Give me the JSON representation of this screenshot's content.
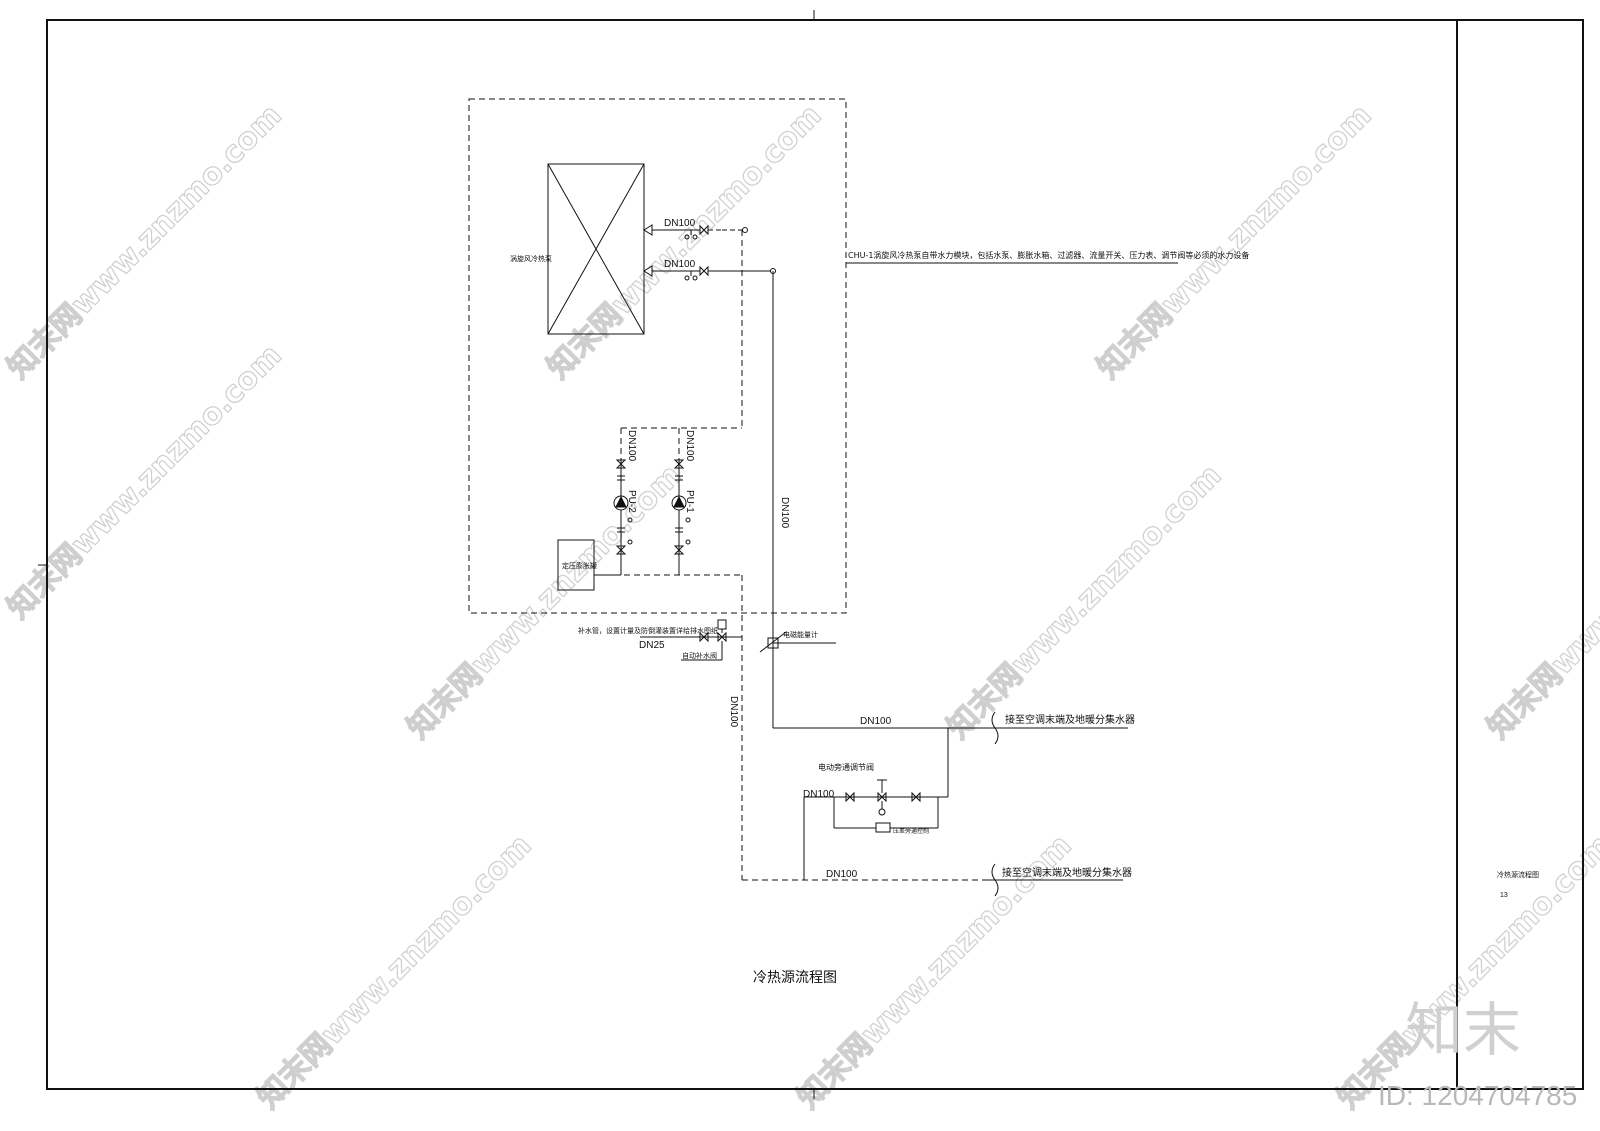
{
  "drawing": {
    "title": "冷热源流程图",
    "title_block": {
      "name": "冷热源流程图",
      "number": "13"
    }
  },
  "equipment": {
    "heat_pump": "涡旋风冷热泵",
    "expansion_tank": "定压膨胀罐",
    "pump_1": "PU-1",
    "pump_2": "PU-2"
  },
  "notes": {
    "chu_note": "CHU-1涡旋风冷热泵自带水力模块，包括水泵、膨胀水箱、过滤器、流量开关、压力表、调节阀等必须的水力设备",
    "makeup_water": "补水管，设置计量及防倒灌装置详给排水图纸",
    "auto_makeup_valve": "自动补水阀",
    "flow_meter": "电磁能量计",
    "bypass_valve": "电动旁通调节阀",
    "pressure_control": "压差旁通控制",
    "to_terminal_1": "接至空调末端及地暖分集水器",
    "to_terminal_2": "接至空调末端及地暖分集水器"
  },
  "pipe_sizes": {
    "hp_supply": "DN100",
    "hp_return": "DN100",
    "pump2_riser": "DN100",
    "pump1_riser": "DN100",
    "main_riser": "DN100",
    "makeup": "DN25",
    "return_riser": "DN100",
    "supply_header": "DN100",
    "bypass": "DN100",
    "return_header": "DN100"
  },
  "watermark": {
    "brand": "知末",
    "id_label": "ID: 1204704785",
    "diagonal_text": "知末网www.znzmo.com"
  },
  "colors": {
    "line": "#111111",
    "watermark": "#c9c9c9"
  }
}
